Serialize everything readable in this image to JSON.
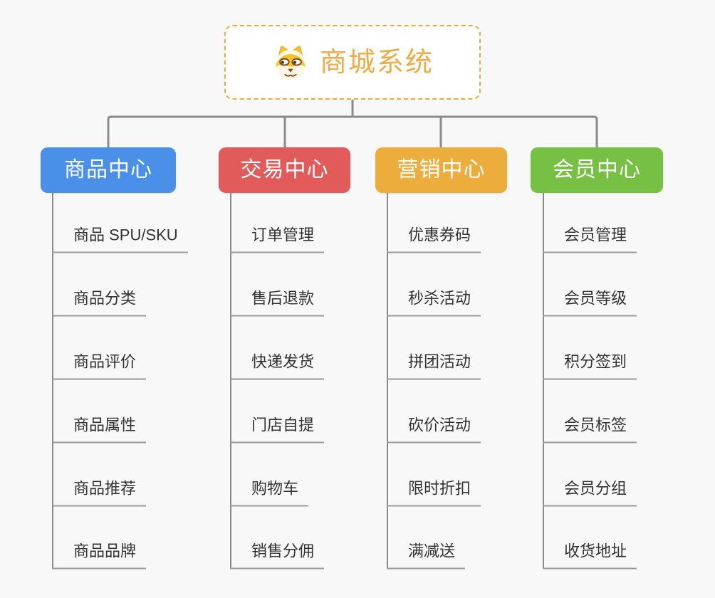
{
  "root": {
    "title": "商城系统",
    "icon": "doge-icon"
  },
  "branches": [
    {
      "label": "商品中心",
      "color": "#4A90E8",
      "children": [
        "商品 SPU/SKU",
        "商品分类",
        "商品评价",
        "商品属性",
        "商品推荐",
        "商品品牌"
      ]
    },
    {
      "label": "交易中心",
      "color": "#E25B5B",
      "children": [
        "订单管理",
        "售后退款",
        "快递发货",
        "门店自提",
        "购物车",
        "销售分佣"
      ]
    },
    {
      "label": "营销中心",
      "color": "#ECAD3C",
      "children": [
        "优惠券码",
        "秒杀活动",
        "拼团活动",
        "砍价活动",
        "限时折扣",
        "满减送"
      ]
    },
    {
      "label": "会员中心",
      "color": "#76C043",
      "children": [
        "会员管理",
        "会员等级",
        "积分签到",
        "会员标签",
        "会员分组",
        "收货地址"
      ]
    }
  ],
  "colors": {
    "background": "#F8F8F8",
    "connector": "#8A8A8A",
    "underline": "#9A9A9A",
    "leaf_text": "#333333",
    "root_accent": "#F0AC44",
    "root_border": "#F2A93B",
    "node_text": "#FFFFFF"
  }
}
